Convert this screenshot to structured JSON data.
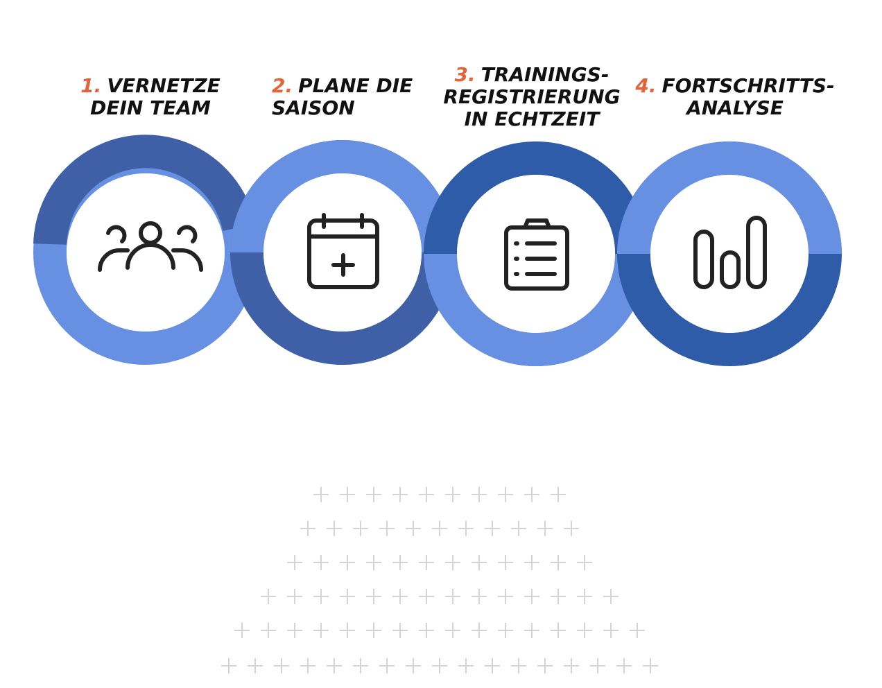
{
  "steps": [
    {
      "number": "1.",
      "title": "VERNETZE\nDEIN TEAM",
      "icon": "team-icon"
    },
    {
      "number": "2.",
      "title": "PLANE DIE\nSAISON",
      "icon": "calendar-add-icon"
    },
    {
      "number": "3.",
      "title": "TRAININGS-\nREGISTRIERUNG\nIN ECHTZEIT",
      "icon": "clipboard-list-icon"
    },
    {
      "number": "4.",
      "title": "FORTSCHRITTS-\nANALYSE",
      "icon": "bar-chart-icon"
    }
  ],
  "colors": {
    "accent_number": "#e4633a",
    "title_text": "#111111",
    "ring_dark": "#3f5fa6",
    "ring_dark_2": "#2f5ca8",
    "ring_light": "#6890e2",
    "icon_stroke": "#222222",
    "pattern": "#d4d4d4"
  }
}
